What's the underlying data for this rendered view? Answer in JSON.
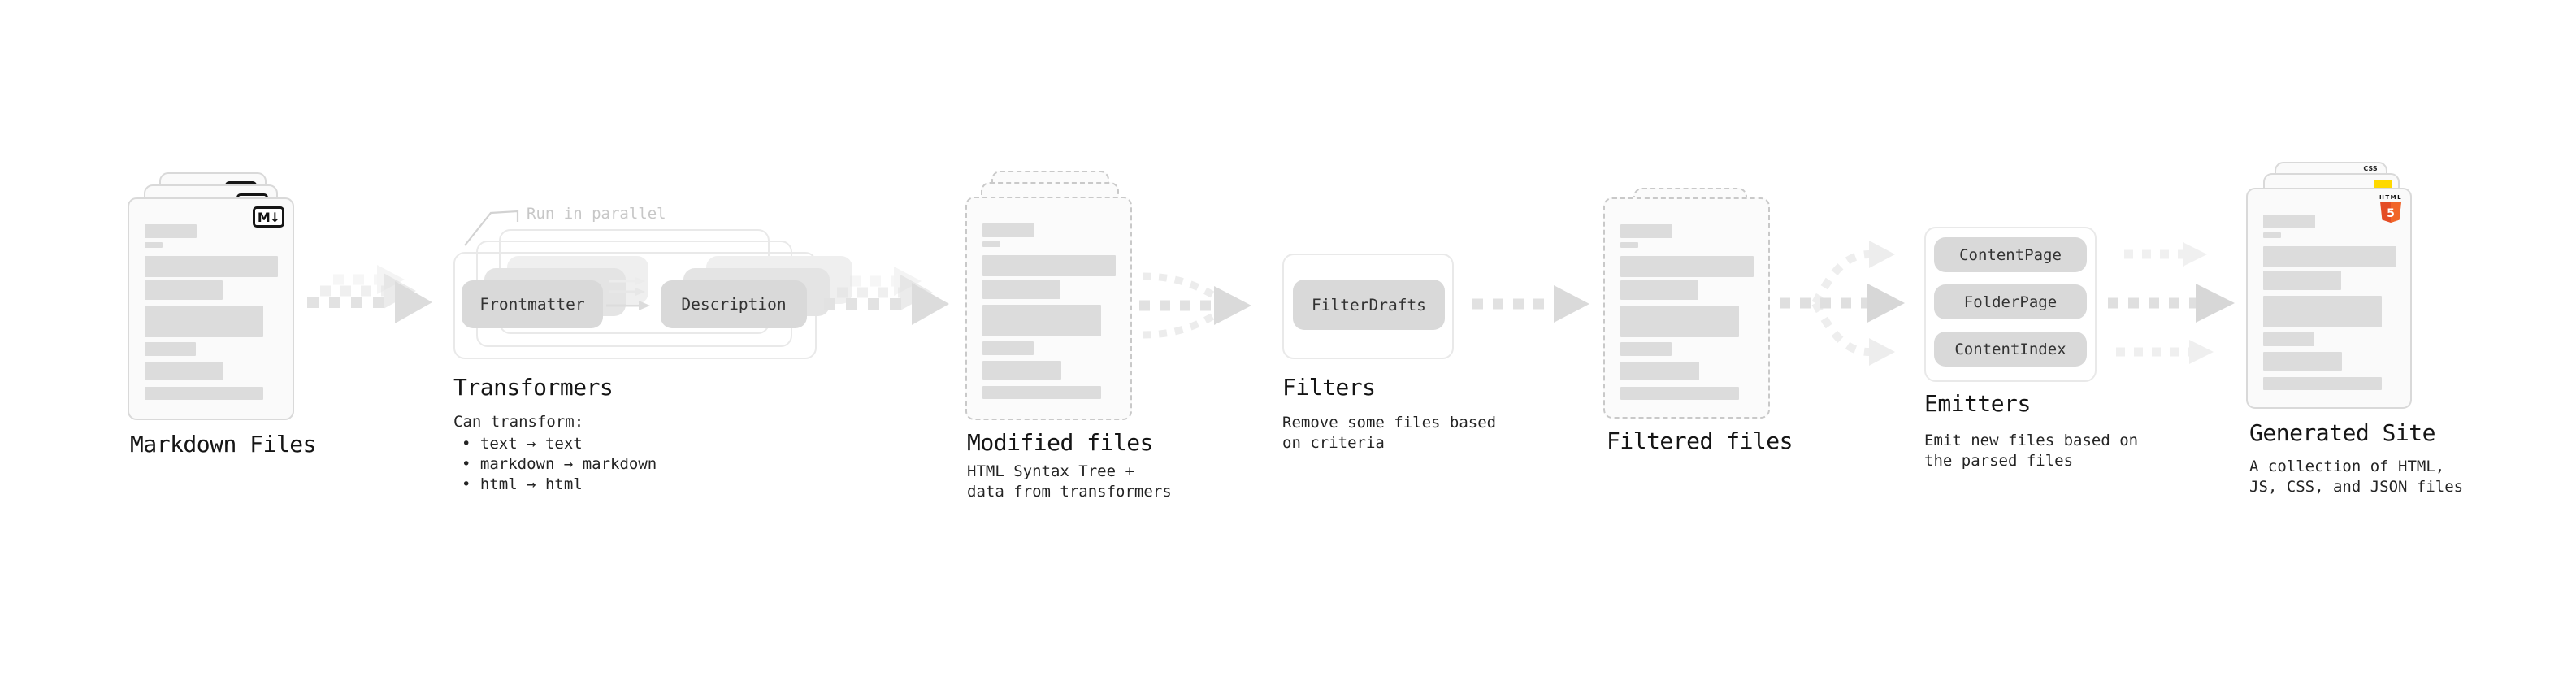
{
  "diagram": {
    "markdown_files": {
      "title": "Markdown Files",
      "badge": "M↓"
    },
    "transformers": {
      "note": "Run in parallel",
      "boxes": [
        "Frontmatter",
        "Description"
      ],
      "title": "Transformers",
      "description_heading": "Can transform:",
      "bullets": [
        "• text → text",
        "• markdown → markdown",
        "• html → html"
      ]
    },
    "modified_files": {
      "title": "Modified files",
      "subtitle": [
        "HTML Syntax Tree +",
        "data from transformers"
      ]
    },
    "filters": {
      "boxes": [
        "FilterDrafts"
      ],
      "title": "Filters",
      "subtitle": [
        "Remove some files based",
        "on criteria"
      ]
    },
    "filtered_files": {
      "title": "Filtered files"
    },
    "emitters": {
      "boxes": [
        "ContentPage",
        "FolderPage",
        "ContentIndex"
      ],
      "title": "Emitters",
      "subtitle": [
        "Emit new files based on",
        "the parsed files"
      ]
    },
    "generated_site": {
      "title": "Generated Site",
      "subtitle": [
        "A collection of HTML,",
        "JS, CSS, and JSON files"
      ],
      "css_badge": "CSS",
      "html_badge_label": "HTML",
      "html_badge_number": "5"
    }
  },
  "colors": {
    "doc_fill": "#fafafa",
    "doc_border": "#d9d9d9",
    "placeholder_bar": "#dcdcdc",
    "component_box": "#d9d9d9",
    "arrow": "#dedede",
    "note_text": "#c7c7c7",
    "text_primary": "#151515",
    "html5_orange": "#e44d26",
    "html5_orange_light": "#f16529",
    "js_yellow": "#ffd900",
    "css_blue": "#2965f1"
  }
}
